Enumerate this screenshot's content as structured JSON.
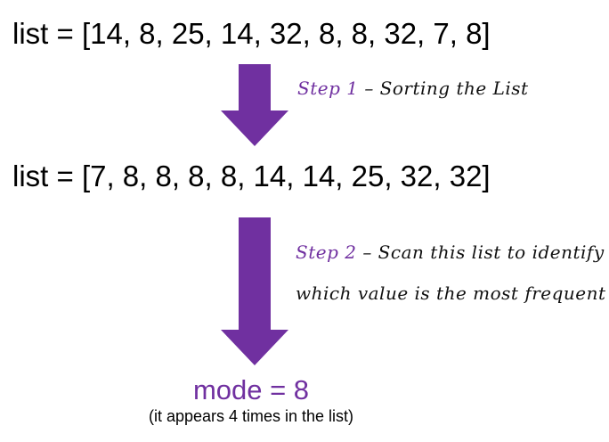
{
  "original_list": "list = [14, 8, 25, 14, 32, 8, 8, 32, 7, 8]",
  "sorted_list": "list = [7, 8, 8, 8, 8, 14, 14, 25, 32, 32]",
  "step1": {
    "label": "Step 1",
    "text": " – Sorting the List"
  },
  "step2": {
    "label": "Step 2",
    "text_line1": " – Scan this list to identify",
    "text_line2": "which value is the most frequent"
  },
  "result": {
    "mode": "mode = 8",
    "caption": "(it appears 4 times in the list)"
  },
  "colors": {
    "accent": "#7030a0",
    "text": "#000000"
  }
}
